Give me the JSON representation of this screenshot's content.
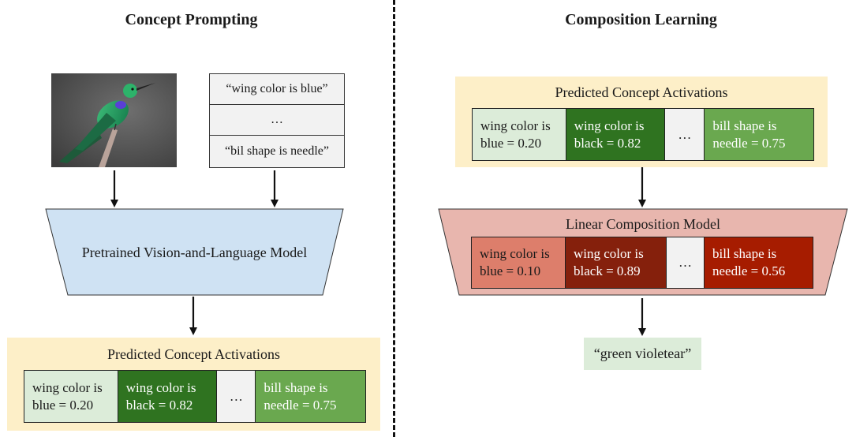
{
  "left": {
    "title": "Concept Prompting",
    "prompts": [
      "“wing color is blue”",
      "…",
      "“bil shape is needle”"
    ],
    "model_label": "Pretrained Vision-and-Language Model",
    "activations": {
      "title": "Predicted Concept Activations",
      "cells": [
        {
          "text": "wing color is\nblue = 0.20"
        },
        {
          "text": "wing color is\nblack = 0.82"
        },
        {
          "text": "…"
        },
        {
          "text": "bill shape is\nneedle = 0.75"
        }
      ]
    }
  },
  "right": {
    "title": "Composition Learning",
    "activations": {
      "title": "Predicted Concept Activations",
      "cells": [
        {
          "text": "wing color is\nblue = 0.20"
        },
        {
          "text": "wing color is\nblack = 0.82"
        },
        {
          "text": "…"
        },
        {
          "text": "bill shape is\nneedle = 0.75"
        }
      ]
    },
    "composition": {
      "title": "Linear Composition Model",
      "cells": [
        {
          "text": "wing color is\nblue = 0.10"
        },
        {
          "text": "wing color is\nblack = 0.89"
        },
        {
          "text": "…"
        },
        {
          "text": "bill shape is\nneedle = 0.56"
        }
      ]
    },
    "output": "“green violetear”"
  },
  "colors": {
    "vl_model_fill": "#cfe2f3",
    "activation_panel": "#fdefc8",
    "composition_fill": "#e8b6ae",
    "output_fill": "#dcecd9"
  }
}
